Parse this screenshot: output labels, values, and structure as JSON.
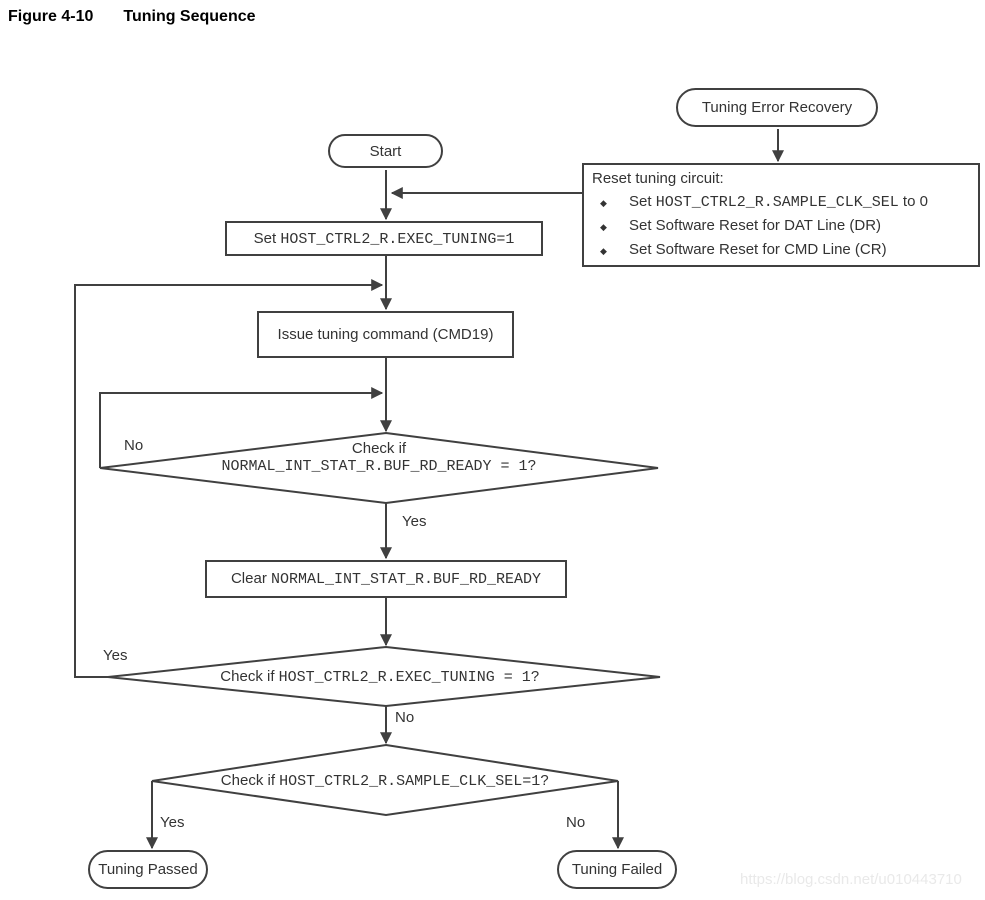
{
  "title": {
    "figure_label": "Figure 4-10",
    "title_text": "Tuning Sequence"
  },
  "colors": {
    "line": "#404040",
    "text": "#333333",
    "watermark": "#e9e9e9",
    "background": "#ffffff"
  },
  "nodes": {
    "tuning_error_recovery": {
      "label": "Tuning Error Recovery"
    },
    "start": {
      "label": "Start"
    },
    "reset_box": {
      "heading": "Reset tuning circuit:",
      "bullet_glyph": "◆",
      "bullets": [
        {
          "prefix": "Set ",
          "code": "HOST_CTRL2_R.SAMPLE_CLK_SEL",
          "suffix": " to 0"
        },
        {
          "prefix": "Set Software Reset for DAT Line (DR)",
          "code": "",
          "suffix": ""
        },
        {
          "prefix": "Set Software Reset for CMD Line (CR)",
          "code": "",
          "suffix": ""
        }
      ]
    },
    "set_exec_tuning": {
      "prefix": "Set ",
      "code": "HOST_CTRL2_R.EXEC_TUNING=1"
    },
    "issue_cmd": {
      "label": "Issue tuning command (CMD19)"
    },
    "check_buf_rd_ready": {
      "line1": "Check if",
      "code": "NORMAL_INT_STAT_R.BUF_RD_READY = 1?"
    },
    "clear_buf_rd_ready": {
      "prefix": "Clear ",
      "code": "NORMAL_INT_STAT_R.BUF_RD_READY"
    },
    "check_exec_tuning": {
      "prefix": "Check if ",
      "code": "HOST_CTRL2_R.EXEC_TUNING = 1?"
    },
    "check_sample_clk_sel": {
      "prefix": "Check if ",
      "code": "HOST_CTRL2_R.SAMPLE_CLK_SEL=1?"
    },
    "tuning_passed": {
      "label": "Tuning Passed"
    },
    "tuning_failed": {
      "label": "Tuning Failed"
    }
  },
  "edge_labels": {
    "buf_rd_ready_no": "No",
    "buf_rd_ready_yes": "Yes",
    "exec_tuning_yes": "Yes",
    "exec_tuning_no": "No",
    "sample_clk_yes": "Yes",
    "sample_clk_no": "No"
  },
  "watermark": {
    "text": "https://blog.csdn.net/u010443710"
  }
}
